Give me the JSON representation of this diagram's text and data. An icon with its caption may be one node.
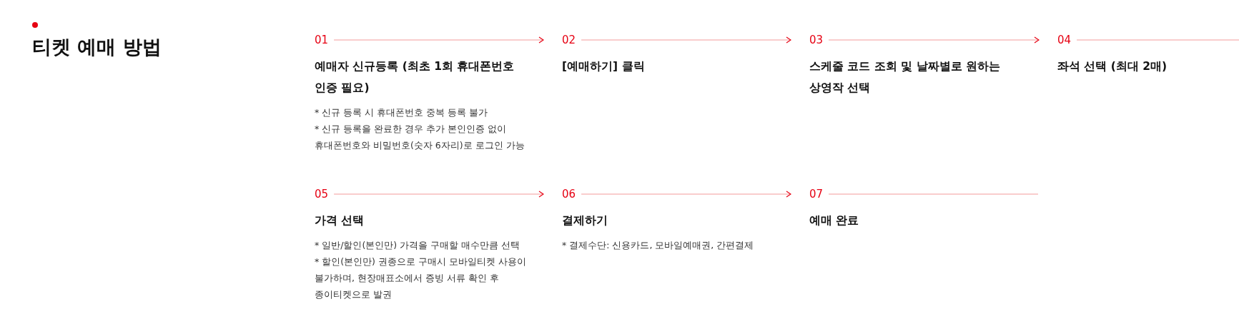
{
  "diagram": {
    "title": "티켓 예매 방법",
    "nodes": [
      {
        "text": [
          "01",
          "예매자 신규등록 (최초 1회 휴대폰번호 인증 필요)",
          "* 신규 등록 시 휴대폰번호 중복 등록 불가",
          "* 신규 등록을 완료한 경우 추가 본인인증 없이 휴대폰번호와 비밀번호(숫자 6자리)로 로그인 가능"
        ]
      },
      {
        "text": [
          "02",
          "[예매하기] 클릭"
        ]
      },
      {
        "text": [
          "03",
          "스케줄 코드 조회 및 날짜별로 원하는 상영작 선택"
        ]
      },
      {
        "text": [
          "04",
          "좌석 선택 (최대 2매)"
        ]
      },
      {
        "text": [
          "05",
          "가격 선택",
          "* 일반/할인(본인만) 가격을 구매할 매수만큼 선택",
          "* 할인(본인만) 권종으로 구매시 모바일티켓 사용이 불가하며, 현장매표소에서 증빙 서류 확인 후 종이티켓으로 발권"
        ]
      },
      {
        "text": [
          "06",
          "결제하기",
          "* 결제수단: 신용카드, 모바일예매권, 간편결제"
        ]
      },
      {
        "text": [
          "07",
          "예매 완료"
        ]
      }
    ],
    "edges": [
      {
        "from": 0,
        "to": 1,
        "arrow": "to"
      },
      {
        "from": 1,
        "to": 2,
        "arrow": "to"
      },
      {
        "from": 2,
        "to": 3,
        "arrow": "to"
      },
      {
        "from": 3,
        "to": null,
        "arrow": "none"
      },
      {
        "from": 4,
        "to": 5,
        "arrow": "to"
      },
      {
        "from": 5,
        "to": 6,
        "arrow": "to"
      },
      {
        "from": 6,
        "to": null,
        "arrow": "none"
      }
    ]
  }
}
